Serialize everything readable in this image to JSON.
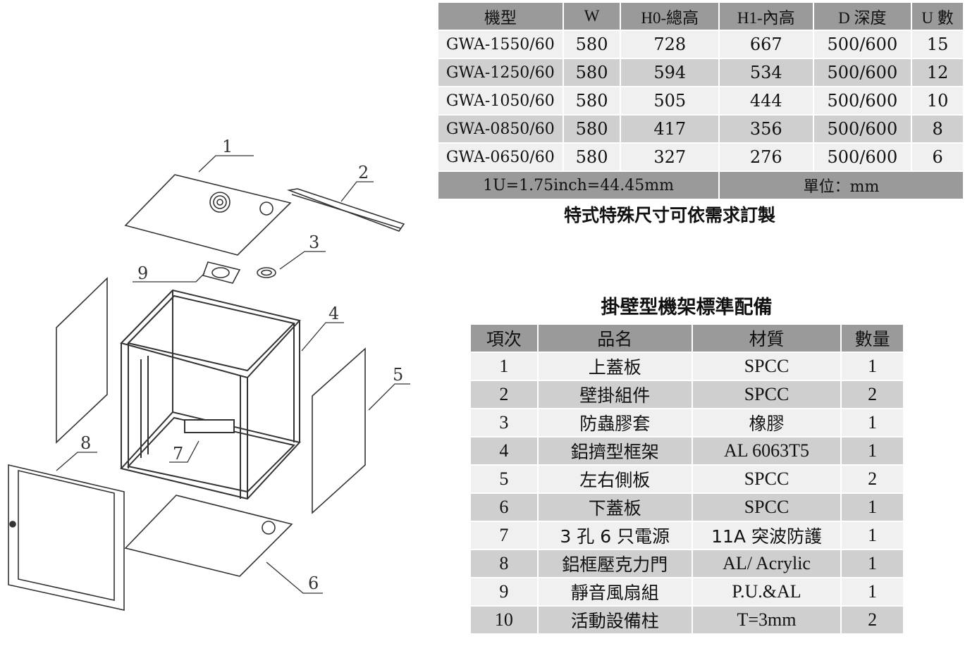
{
  "drawing": {
    "callouts": [
      "1",
      "2",
      "3",
      "4",
      "5",
      "6",
      "7",
      "8",
      "9"
    ]
  },
  "spec_table": {
    "headers": [
      "機型",
      "W",
      "H0-總高",
      "H1-內高",
      "D 深度",
      "U 數"
    ],
    "rows": [
      [
        "GWA-1550/60",
        "580",
        "728",
        "667",
        "500/600",
        "15"
      ],
      [
        "GWA-1250/60",
        "580",
        "594",
        "534",
        "500/600",
        "12"
      ],
      [
        "GWA-1050/60",
        "580",
        "505",
        "444",
        "500/600",
        "10"
      ],
      [
        "GWA-0850/60",
        "580",
        "417",
        "356",
        "500/600",
        "8"
      ],
      [
        "GWA-0650/60",
        "580",
        "327",
        "276",
        "500/600",
        "6"
      ]
    ],
    "footer_conversion": "1U=1.75inch=44.45mm",
    "footer_unit": "單位：mm"
  },
  "custom_note": "特式特殊尺寸可依需求訂製",
  "bom": {
    "title": "掛壁型機架標準配備",
    "headers": [
      "項次",
      "品名",
      "材質",
      "數量"
    ],
    "rows": [
      [
        "1",
        "上蓋板",
        "SPCC",
        "1"
      ],
      [
        "2",
        "壁掛組件",
        "SPCC",
        "2"
      ],
      [
        "3",
        "防蟲膠套",
        "橡膠",
        "1"
      ],
      [
        "4",
        "鋁擠型框架",
        "AL 6063T5",
        "1"
      ],
      [
        "5",
        "左右側板",
        "SPCC",
        "2"
      ],
      [
        "6",
        "下蓋板",
        "SPCC",
        "1"
      ],
      [
        "7",
        "3 孔 6 只電源",
        "11A  突波防護",
        "1"
      ],
      [
        "8",
        "鋁框壓克力門",
        "AL/ Acrylic",
        "1"
      ],
      [
        "9",
        "靜音風扇組",
        "P.U.&AL",
        "1"
      ],
      [
        "10",
        "活動設備柱",
        "T=3mm",
        "2"
      ]
    ]
  }
}
